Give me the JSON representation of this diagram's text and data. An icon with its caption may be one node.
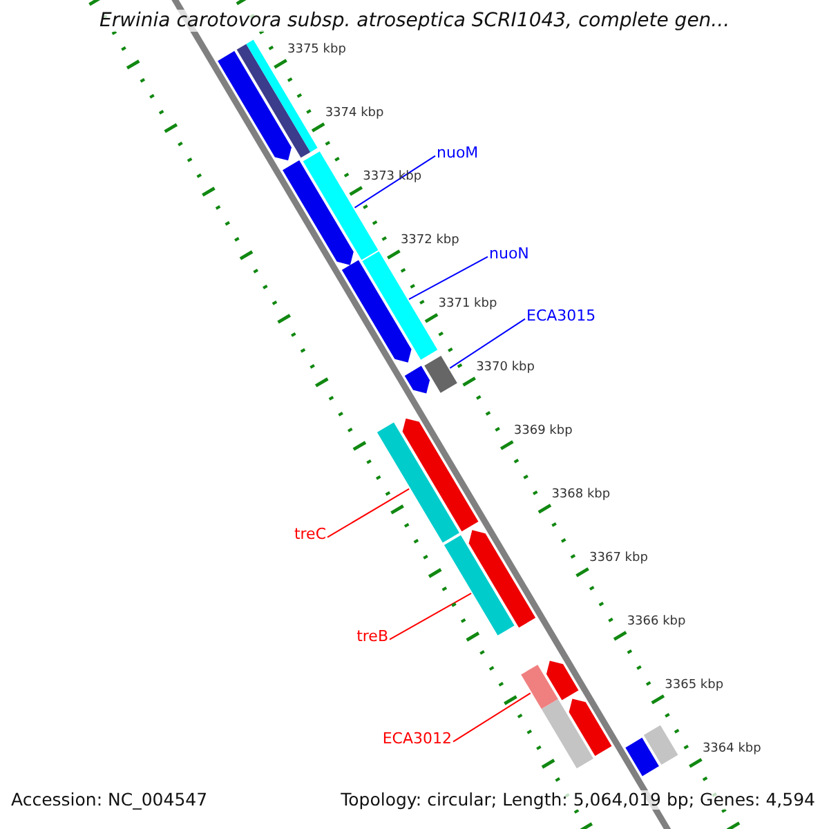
{
  "diagram": {
    "title": "Erwinia carotovora subsp. atroseptica SCRI1043, complete gen...",
    "nodes": [
      {
        "text": [
          "nuoM"
        ]
      },
      {
        "text": [
          "nuoN"
        ]
      },
      {
        "text": [
          "ECA3015"
        ]
      },
      {
        "text": [
          "treC"
        ]
      },
      {
        "text": [
          "treB"
        ]
      },
      {
        "text": [
          "ECA3012"
        ]
      },
      {
        "text": [],
        "shape": "bar"
      },
      {
        "text": [],
        "shape": "bar"
      },
      {
        "text": [],
        "shape": "bar"
      },
      {
        "text": [],
        "shape": "bar"
      },
      {
        "text": [],
        "shape": "bar"
      },
      {
        "text": [],
        "shape": "bar"
      },
      {
        "text": [],
        "shape": "bar"
      },
      {
        "text": [],
        "shape": "bar"
      },
      {
        "text": [],
        "shape": "bar"
      },
      {
        "text": [],
        "shape": "bar"
      },
      {
        "text": [],
        "shape": "bar"
      },
      {
        "text": [],
        "shape": "bar"
      },
      {
        "text": [],
        "shape": "bar"
      },
      {
        "text": [],
        "shape": "bar"
      },
      {
        "text": [],
        "shape": "bar"
      },
      {
        "text": [],
        "shape": "bar"
      },
      {
        "text": [],
        "shape": "bar"
      },
      {
        "text": [],
        "shape": "bar"
      },
      {
        "text": [],
        "shape": "bar"
      }
    ],
    "edges": [
      {
        "from": 0,
        "to": 6,
        "arrow": "none",
        "color": "#0000ff"
      },
      {
        "from": 1,
        "to": 7,
        "arrow": "none",
        "color": "#0000ff"
      },
      {
        "from": 2,
        "to": 8,
        "arrow": "none",
        "color": "#0000ff"
      },
      {
        "from": 3,
        "to": 9,
        "arrow": "none",
        "color": "#ff0000"
      },
      {
        "from": 4,
        "to": 10,
        "arrow": "none",
        "color": "#ff0000"
      },
      {
        "from": 5,
        "to": 11,
        "arrow": "none",
        "color": "#ff0000"
      }
    ],
    "labels": [
      "3375 kbp",
      "3374 kbp",
      "3373 kbp",
      "3372 kbp",
      "3371 kbp",
      "3370 kbp",
      "3369 kbp",
      "3368 kbp",
      "3367 kbp",
      "3366 kbp",
      "3365 kbp",
      "3364 kbp",
      "Accession: NC_004547",
      "Topology: circular; Length: 5,064,019 bp; Genes: 4,594"
    ]
  }
}
